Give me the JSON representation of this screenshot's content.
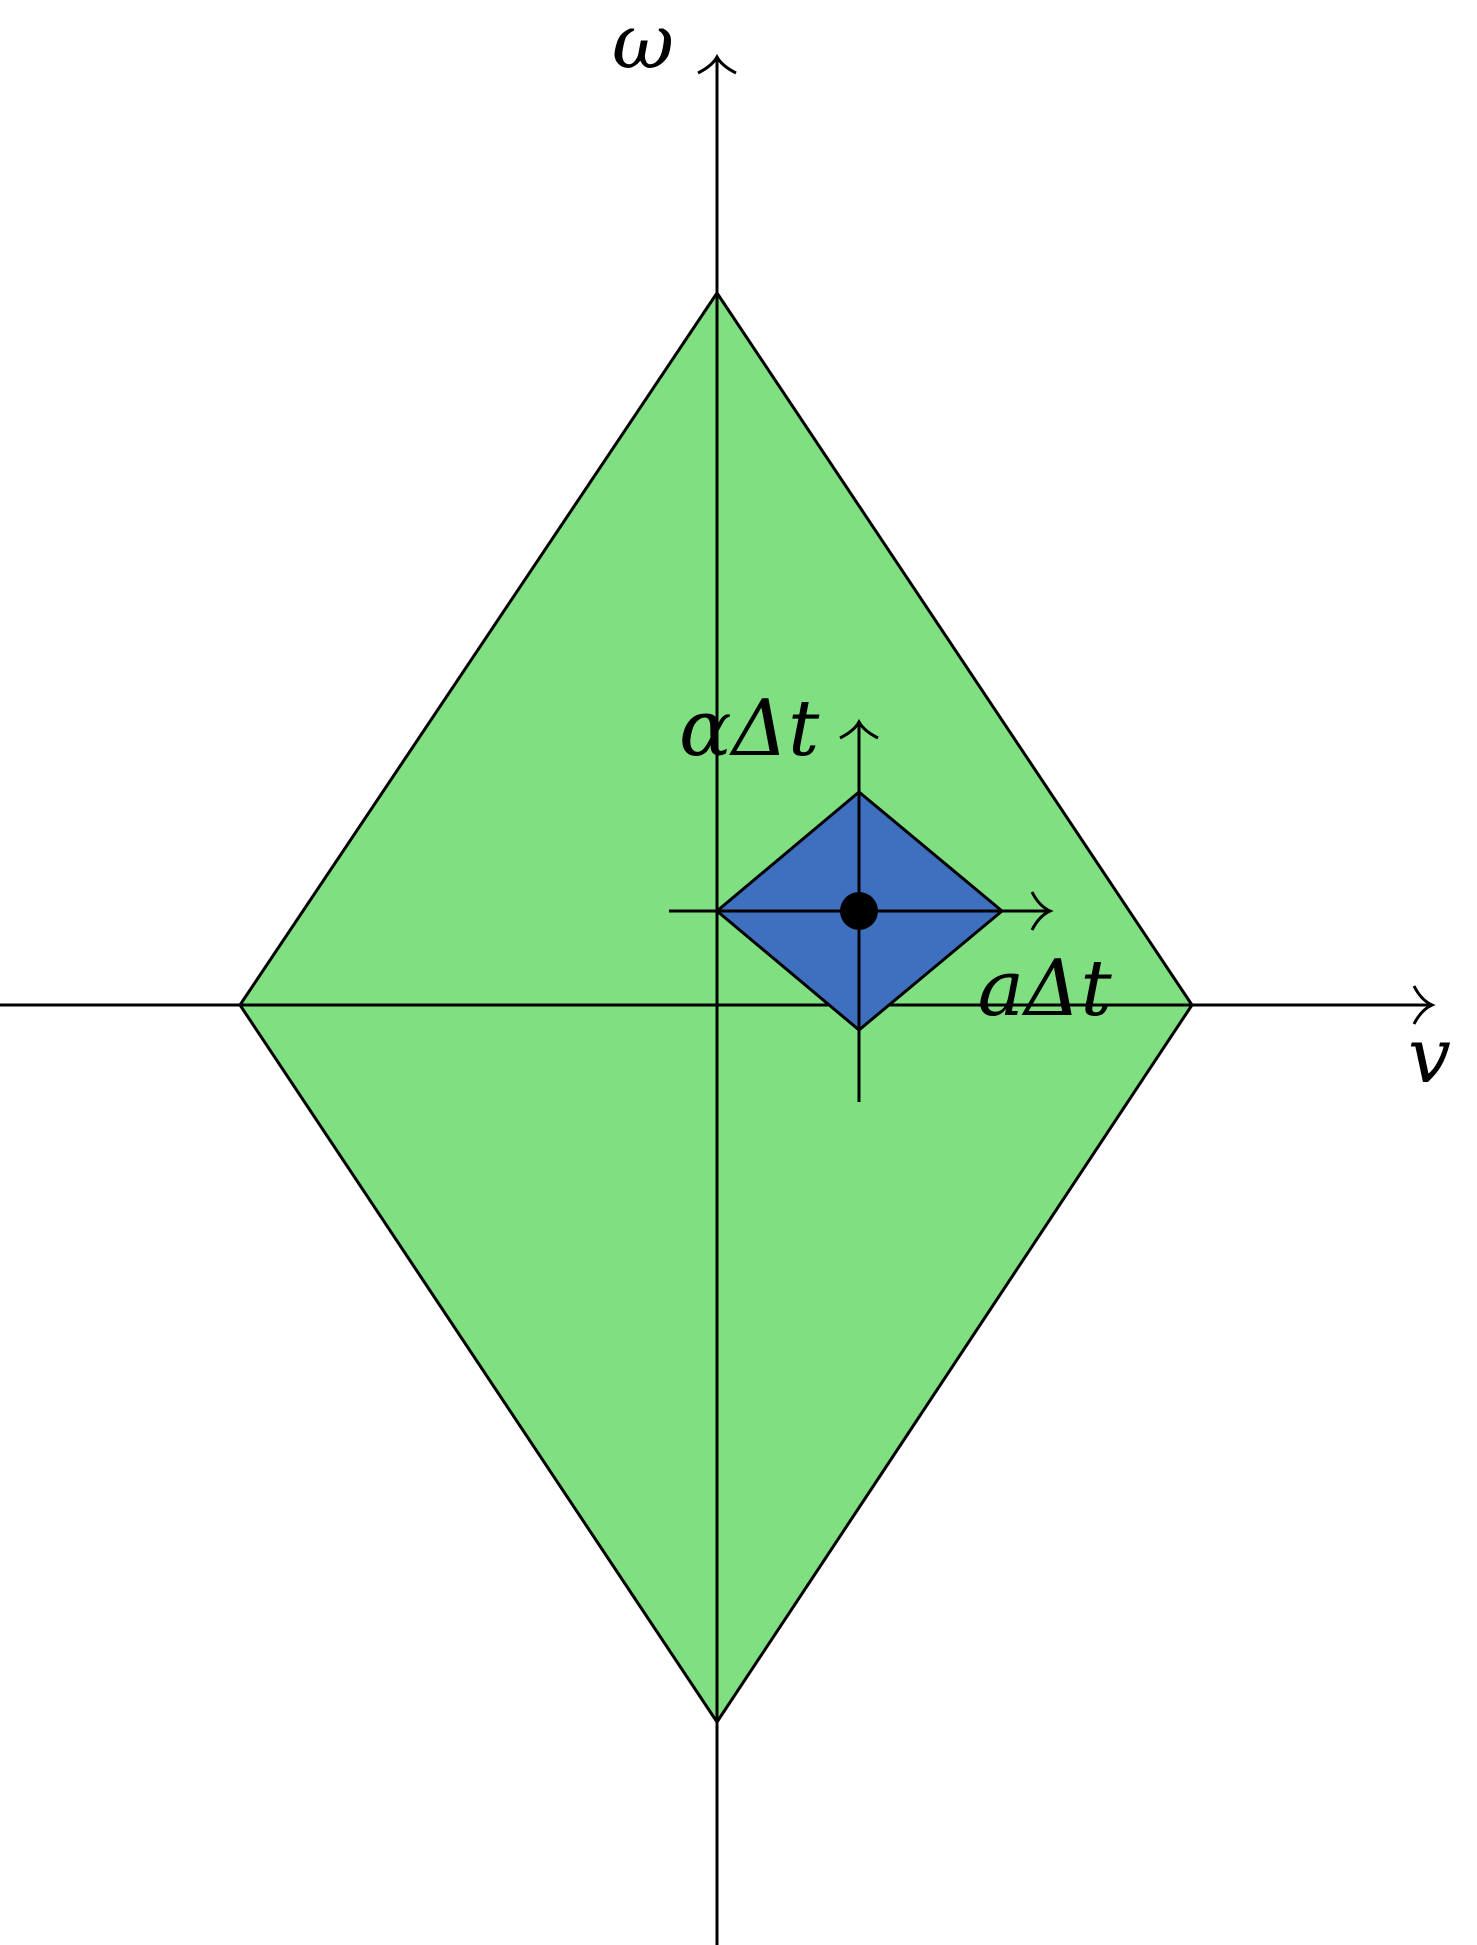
{
  "diagram": {
    "axes": {
      "horizontal_label": "v",
      "vertical_label": "ω"
    },
    "inner_axes": {
      "horizontal_label": "aΔt",
      "vertical_label": "αΔt"
    },
    "colors": {
      "outer_region": "#80df80",
      "inner_region": "#3f6fbf",
      "stroke": "#000000",
      "point": "#000000"
    }
  }
}
